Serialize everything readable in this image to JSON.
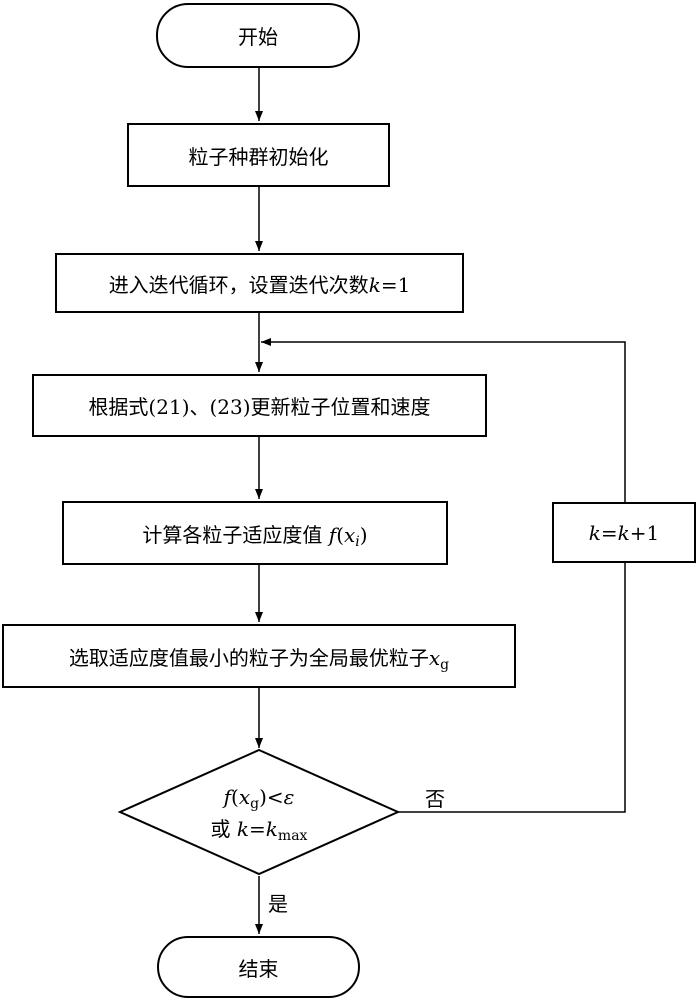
{
  "nodes": {
    "start": "开始",
    "init": "粒子种群初始化",
    "loop": {
      "text": "进入迭代循环，设置迭代次数",
      "var": "k",
      "rest": "=1"
    },
    "update": "根据式(21)、(23)更新粒子位置和速度",
    "fitness": {
      "text": "计算各粒子适应度值 ",
      "f": "f",
      "open": "(",
      "x": "x",
      "sub": "i",
      "close": ")"
    },
    "select": {
      "text": "选取适应度值最小的粒子为全局最优粒子",
      "x": "x",
      "sub": "g"
    },
    "decision": {
      "line1": {
        "f": "f",
        "open": "(",
        "x": "x",
        "sub": "g",
        "close": ")",
        "op": "<",
        "eps": "ε"
      },
      "line2": {
        "or": "或 ",
        "k": "k",
        "eq": "=",
        "k2": "k",
        "sub": "max"
      }
    },
    "increment": {
      "k": "k",
      "eq": "=",
      "k2": "k",
      "rest": "+1"
    },
    "end": "结束"
  },
  "edge_labels": {
    "no": "否",
    "yes": "是"
  }
}
